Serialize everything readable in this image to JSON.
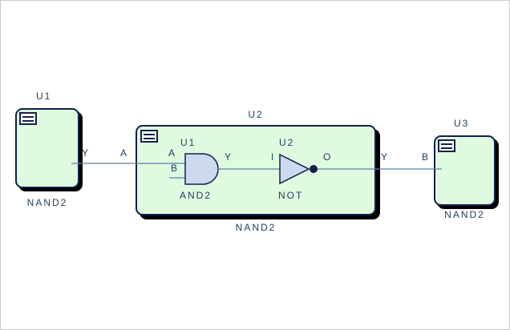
{
  "colors": {
    "background": "#ffffff",
    "block_fill": "#e0fae0",
    "block_border": "#14204a",
    "gate_fill": "#cdd9ee",
    "wire": "#5580a8",
    "text": "#1d3d5c",
    "shadow": "#000000"
  },
  "blocks": {
    "u1": {
      "ref": "U1",
      "type": "NAND2",
      "pins": {
        "y": "Y"
      }
    },
    "u2": {
      "ref": "U2",
      "type": "NAND2",
      "pins": {
        "a": "A",
        "y": "Y"
      },
      "internal": {
        "and_gate": {
          "ref": "U1",
          "type": "AND2",
          "pins": {
            "a": "A",
            "b": "B",
            "y": "Y"
          }
        },
        "not_gate": {
          "ref": "U2",
          "type": "NOT",
          "pins": {
            "i": "I",
            "o": "O"
          }
        }
      }
    },
    "u3": {
      "ref": "U3",
      "type": "NAND2",
      "pins": {
        "b": "B"
      }
    }
  }
}
